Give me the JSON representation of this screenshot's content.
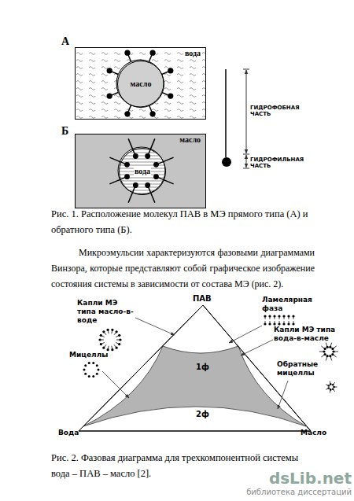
{
  "diagram": {
    "nodes": [
      {
        "text": [
          "вода"
        ]
      },
      {
        "text": [
          "масло"
        ],
        "in": 0
      },
      {
        "text": [
          "масло"
        ]
      },
      {
        "text": [
          "вода"
        ],
        "in": 2
      }
    ],
    "labels": [
      "А",
      "Б",
      "ГИДРОФОБНАЯ ЧАСТЬ",
      "ГИДРОФИЛЬНАЯ ЧАСТЬ",
      "Рис. 1. Расположение молекул ПАВ в МЭ прямого типа (А) и обратного типа (Б).",
      "Микроэмульсии характеризуются фазовыми диаграммами Винзора, которые представляют собой графическое изображение состояния системы в зависимости от состава МЭ (рис. 2).",
      "ПАВ",
      "Ламелярная фаза",
      "Капли МЭ типа масло-в-воде",
      "Капли МЭ типа вода-в-масле",
      "Мицеллы",
      "Обратные мицеллы",
      "1ф",
      "2ф",
      "Вода",
      "Масло",
      "Рис. 2. Фазовая диаграмма для трехкомпонентной системы вода – ПАВ – масло [2].",
      "dsLib.net",
      "библиотека диссертаций"
    ]
  }
}
